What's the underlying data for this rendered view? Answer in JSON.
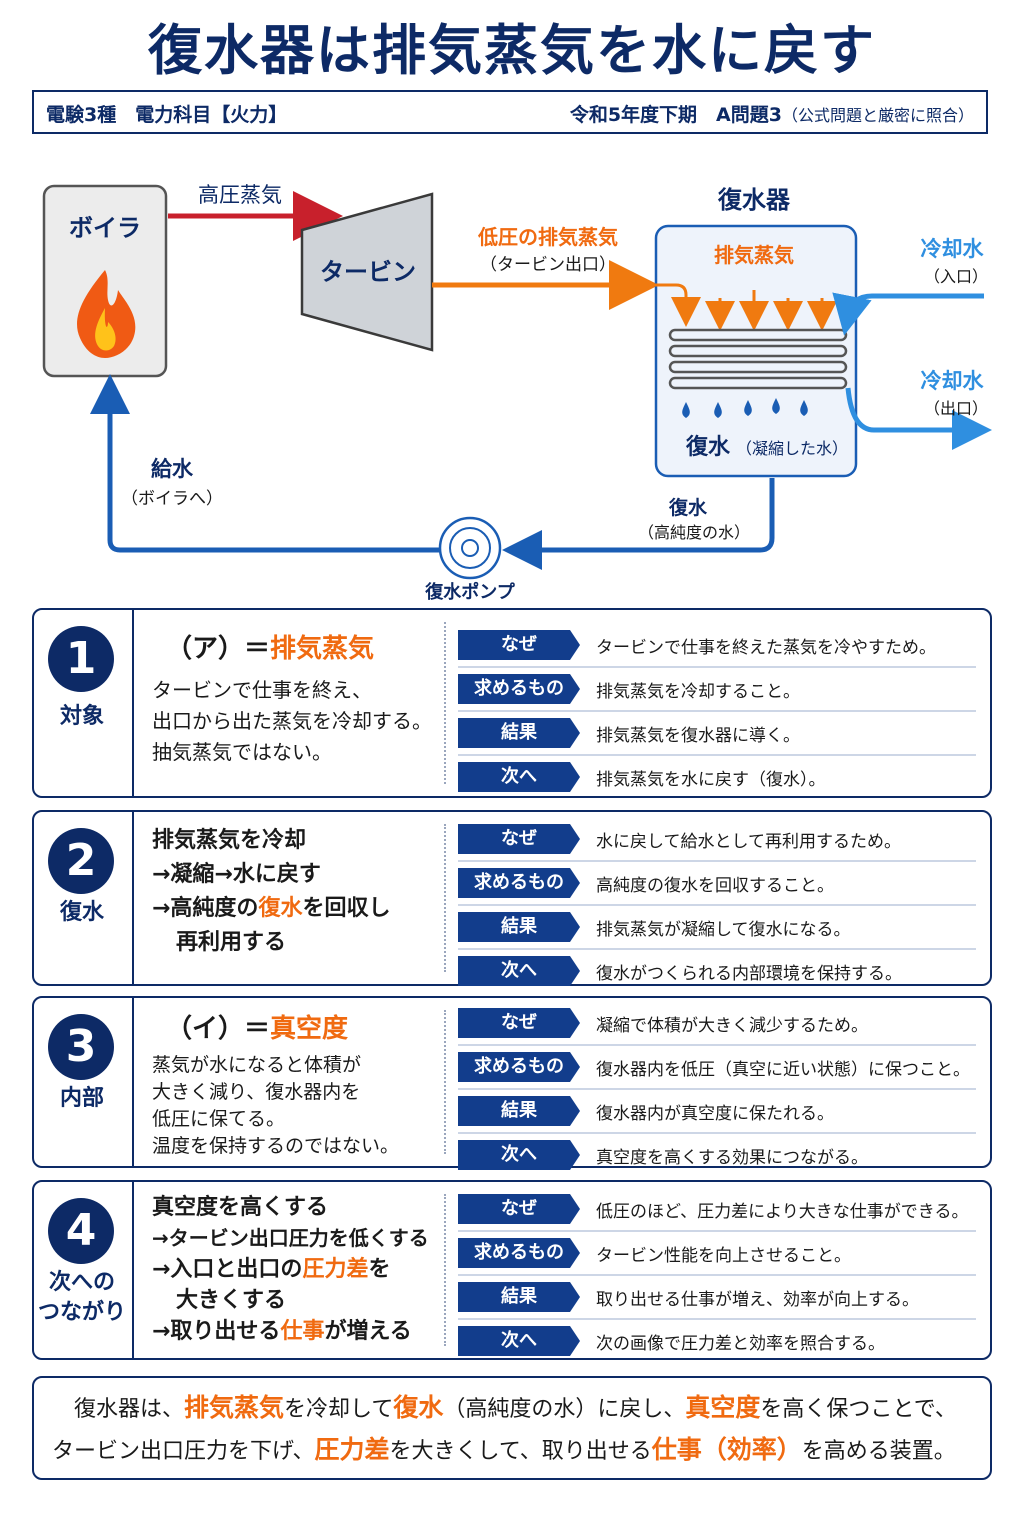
{
  "title": "復水器は排気蒸気を水に戻す",
  "subheader": {
    "left": "電験3種　電力科目【火力】",
    "right": "令和5年度下期　A問題3",
    "note": "（公式問題と厳密に照合）"
  },
  "diagram": {
    "boiler": "ボイラ",
    "turbine": "タービン",
    "condenser": "復水器",
    "high_pressure_steam": "高圧蒸気",
    "low_pressure_exhaust": "低圧の排気蒸気",
    "turbine_outlet": "（タービン出口）",
    "exhaust_steam": "排気蒸気",
    "cooling_water_in": "冷却水",
    "inlet": "（入口）",
    "cooling_water_out": "冷却水",
    "outlet": "（出口）",
    "condensate": "復水",
    "condensate_note": "（凝縮した水）",
    "condensate_out": "復水",
    "high_purity": "（高純度の水）",
    "feed_water": "給水",
    "to_boiler": "（ボイラへ）",
    "pump": "復水ポンプ"
  },
  "colors": {
    "navy": "#0d2a66",
    "orange": "#f06a10",
    "red": "#c8202c",
    "blue": "#2f8fe0",
    "dark_blue": "#1a5db4"
  },
  "sections": [
    {
      "number": "1",
      "label": "対象",
      "head_prefix": "（ア）＝",
      "head_accent": "排気蒸気",
      "lines": [
        "タービンで仕事を終え、",
        "出口から出た蒸気を冷却する。",
        "抽気蒸気ではない。"
      ],
      "rows": [
        {
          "tag": "なぜ",
          "text": "タービンで仕事を終えた蒸気を冷やすため。"
        },
        {
          "tag": "求めるもの",
          "text": "排気蒸気を冷却すること。"
        },
        {
          "tag": "結果",
          "text": "排気蒸気を復水器に導く。"
        },
        {
          "tag": "次へ",
          "text": "排気蒸気を水に戻す（復水）。"
        }
      ]
    },
    {
      "number": "2",
      "label": "復水",
      "line1": "排気蒸気を冷却",
      "line2": "→凝縮→水に戻す",
      "line3_a": "→高純度の",
      "line3_accent": "復水",
      "line3_b": "を回収し",
      "line4": "再利用する",
      "rows": [
        {
          "tag": "なぜ",
          "text": "水に戻して給水として再利用するため。"
        },
        {
          "tag": "求めるもの",
          "text": "高純度の復水を回収すること。"
        },
        {
          "tag": "結果",
          "text": "排気蒸気が凝縮して復水になる。"
        },
        {
          "tag": "次へ",
          "text": "復水がつくられる内部環境を保持する。"
        }
      ]
    },
    {
      "number": "3",
      "label": "内部",
      "head_prefix": "（イ）＝",
      "head_accent": "真空度",
      "lines": [
        "蒸気が水になると体積が",
        "大きく減り、復水器内を",
        "低圧に保てる。",
        "温度を保持するのではない。"
      ],
      "rows": [
        {
          "tag": "なぜ",
          "text": "凝縮で体積が大きく減少するため。"
        },
        {
          "tag": "求めるもの",
          "text": "復水器内を低圧（真空に近い状態）に保つこと。"
        },
        {
          "tag": "結果",
          "text": "復水器内が真空度に保たれる。"
        },
        {
          "tag": "次へ",
          "text": "真空度を高くする効果につながる。"
        }
      ]
    },
    {
      "number": "4",
      "label_line1": "次への",
      "label_line2": "つながり",
      "line1": "真空度を高くする",
      "line2": "→タービン出口圧力を低くする",
      "line3_a": "→入口と出口の",
      "line3_accent": "圧力差",
      "line3_b": "を",
      "line4": "大きくする",
      "line5_a": "→取り出せる",
      "line5_accent": "仕事",
      "line5_b": "が増える",
      "rows": [
        {
          "tag": "なぜ",
          "text": "低圧のほど、圧力差により大きな仕事ができる。"
        },
        {
          "tag": "求めるもの",
          "text": "タービン性能を向上させること。"
        },
        {
          "tag": "結果",
          "text": "取り出せる仕事が増え、効率が向上する。"
        },
        {
          "tag": "次へ",
          "text": "次の画像で圧力差と効率を照合する。"
        }
      ]
    }
  ],
  "summary": {
    "s1": "復水器は、",
    "e1": "排気蒸気",
    "s2": "を冷却して",
    "e2": "復水",
    "s3": "（高純度の水）に戻し、",
    "e3": "真空度",
    "s4": "を高く保つことで、",
    "s5": "タービン出口圧力を下げ、",
    "e4": "圧力差",
    "s6": "を大きくして、取り出せる",
    "e5": "仕事（効率）",
    "s7": "を高める装置。"
  }
}
